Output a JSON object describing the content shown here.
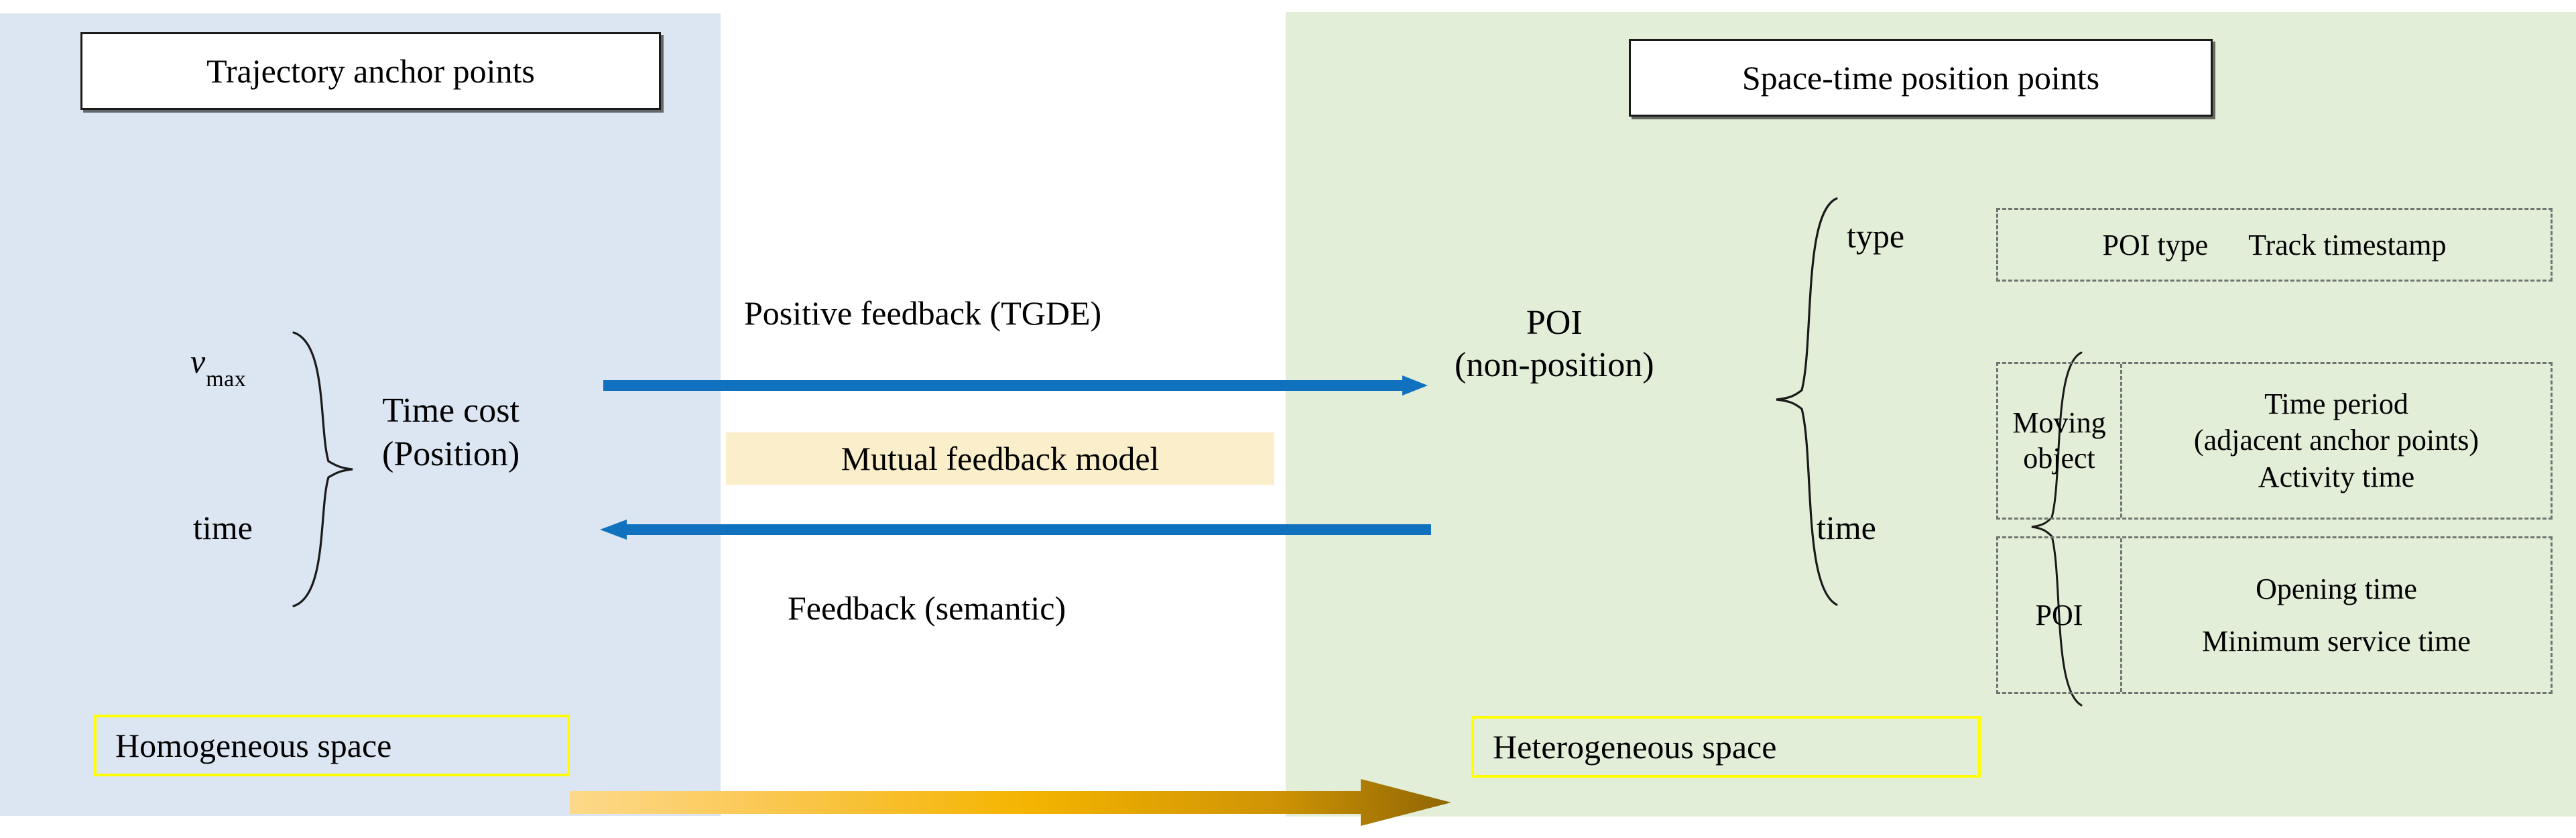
{
  "panels": {
    "left_color": "#dce6f2",
    "right_color": "#e2eed8"
  },
  "headers": {
    "left": "Trajectory anchor points",
    "right": "Space-time position points"
  },
  "left_side": {
    "vmax_base": "v",
    "vmax_sub": "max",
    "time": "time",
    "time_cost_line1": "Time cost",
    "time_cost_line2": "(Position)",
    "space_label": "Homogeneous space"
  },
  "center": {
    "forward_label": "Positive feedback (TGDE)",
    "backward_label": "Feedback (semantic)",
    "model_label": "Mutual feedback model",
    "arrow_color": "#1072be",
    "model_bg": "#fbeecb"
  },
  "right_side": {
    "poi_line1": "POI",
    "poi_line2": "(non-position)",
    "branch_type": "type",
    "branch_time": "time",
    "space_label": "Heterogeneous space",
    "type_box": {
      "items": [
        "POI type",
        "Track timestamp"
      ]
    },
    "moving_box": {
      "left_line1": "Moving",
      "left_line2": "object",
      "right_lines": [
        "Time period",
        "(adjacent anchor points)",
        "Activity time"
      ]
    },
    "poi_box": {
      "left": "POI",
      "right_lines": [
        "Opening time",
        "Minimum service time"
      ]
    }
  },
  "transition": {
    "gradient_start": "#fbd266",
    "gradient_end": "#9c7005",
    "border_color": "#ffff00"
  }
}
